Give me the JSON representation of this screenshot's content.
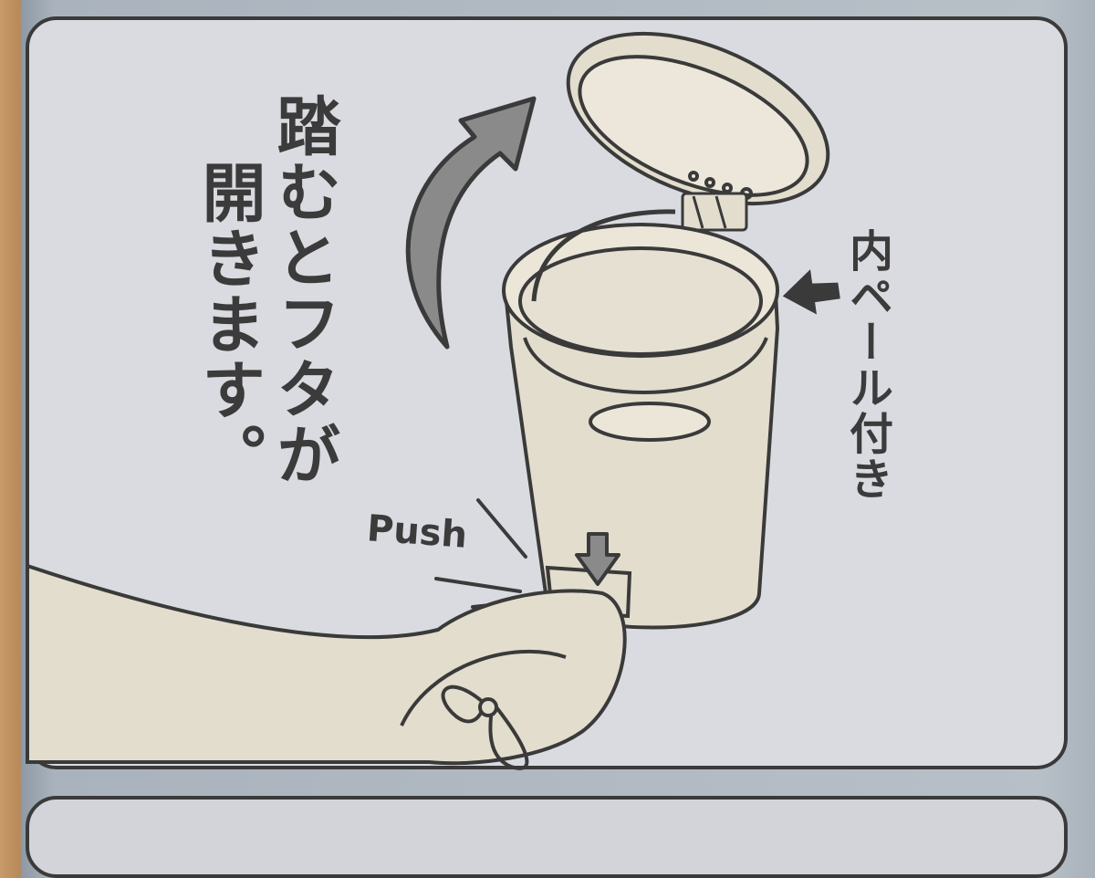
{
  "illustration": {
    "instruction_line1": "踏むとフタが",
    "instruction_line2": "開きます。",
    "side_label": "内ペール付き",
    "push_label": "Push"
  },
  "colors": {
    "panel_bg": "#dadbe0",
    "outline": "#3a3a3a",
    "arrow_gray": "#8a8a8a",
    "can_fill": "#e3ddce"
  }
}
